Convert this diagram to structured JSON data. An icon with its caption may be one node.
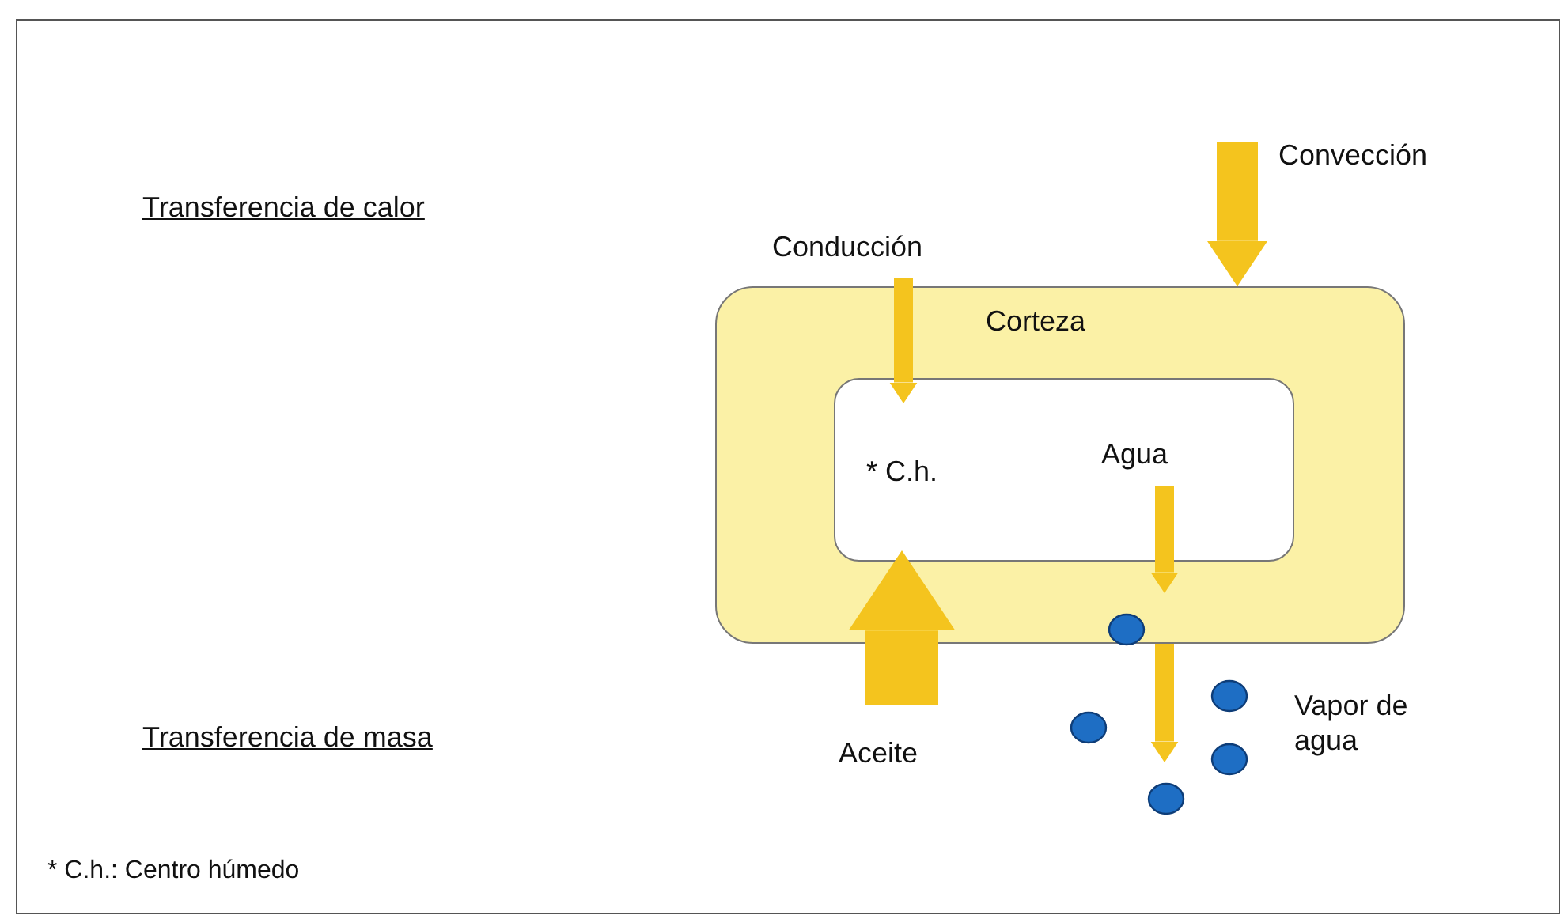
{
  "diagram": {
    "nodes": [
      {
        "text": [
          "Corteza"
        ]
      },
      {
        "text": [
          "* C.h."
        ],
        "in": 0
      },
      {
        "text": [
          "Agua"
        ],
        "in": 1
      }
    ],
    "edges": [
      {
        "from": null,
        "to": 0,
        "arrow": "to",
        "label": "Convección",
        "style": "thick"
      },
      {
        "from": null,
        "to": 1,
        "arrow": "to",
        "label": "Conducción"
      },
      {
        "from": null,
        "to": 1,
        "arrow": "to",
        "label": "Aceite",
        "style": "thick"
      },
      {
        "from": 2,
        "to": null,
        "arrow": "to"
      },
      {
        "from": 0,
        "to": null,
        "arrow": "to"
      }
    ],
    "labels": [
      "Transferencia de calor",
      "Transferencia de masa",
      "Vapor de agua",
      "* C.h.: Centro húmedo"
    ]
  }
}
